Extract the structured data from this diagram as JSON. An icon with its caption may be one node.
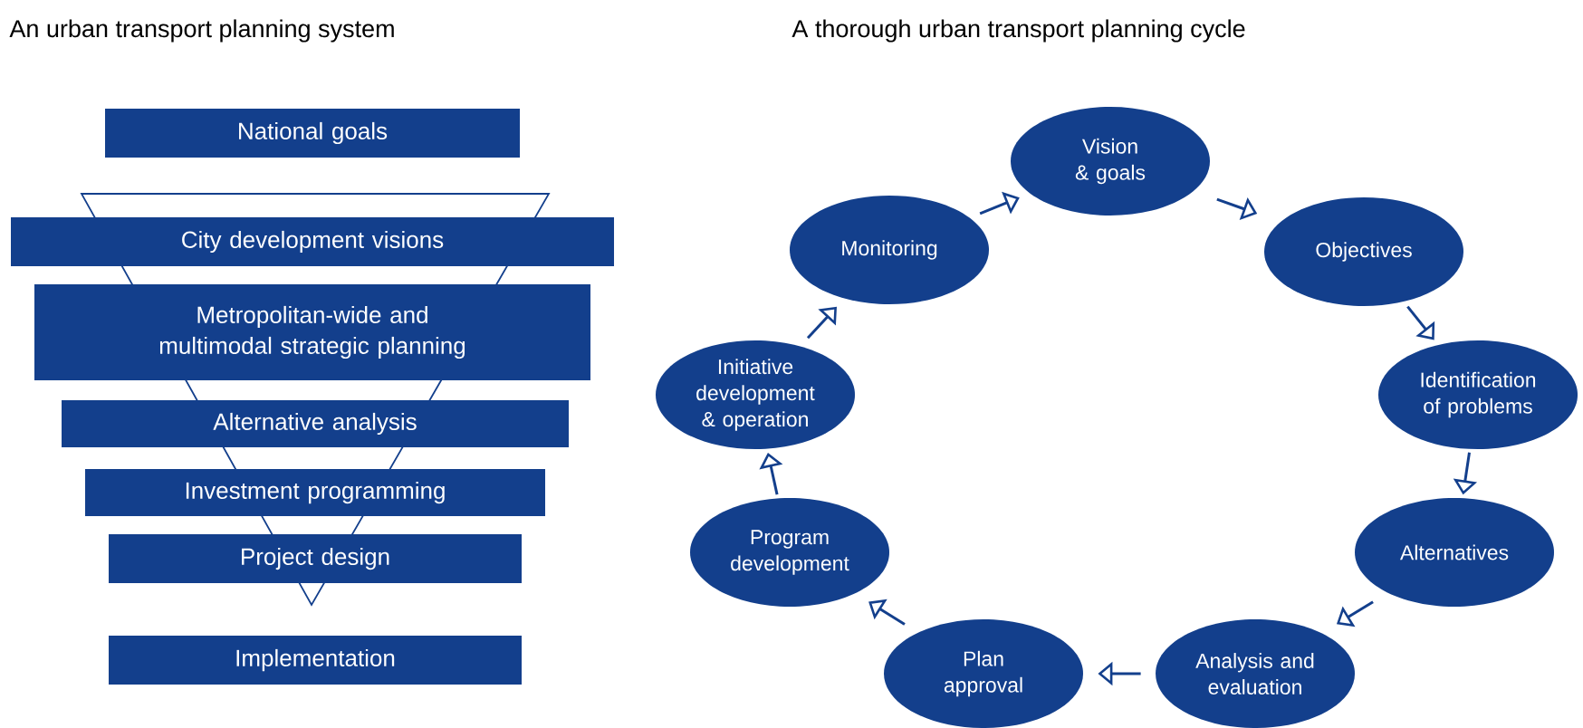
{
  "diagram": {
    "nodes": [
      {
        "text": [
          "National goals"
        ]
      },
      {
        "text": [
          "City development visions"
        ]
      },
      {
        "text": [
          "Metropolitan-wide and multimodal strategic planning"
        ]
      },
      {
        "text": [
          "Alternative analysis"
        ]
      },
      {
        "text": [
          "Investment programming"
        ]
      },
      {
        "text": [
          "Project design"
        ]
      },
      {
        "text": [
          "Implementation"
        ]
      },
      {
        "text": [
          "Vision & goals"
        ]
      },
      {
        "text": [
          "Objectives"
        ]
      },
      {
        "text": [
          "Identification of problems"
        ]
      },
      {
        "text": [
          "Alternatives"
        ]
      },
      {
        "text": [
          "Analysis and evaluation"
        ]
      },
      {
        "text": [
          "Plan approval"
        ]
      },
      {
        "text": [
          "Program development"
        ]
      },
      {
        "text": [
          "Initiative development & operation"
        ]
      },
      {
        "text": [
          "Monitoring"
        ]
      }
    ],
    "edges": [
      {
        "from": 7,
        "to": 8,
        "arrow": "to"
      },
      {
        "from": 8,
        "to": 9,
        "arrow": "to"
      },
      {
        "from": 9,
        "to": 10,
        "arrow": "to"
      },
      {
        "from": 10,
        "to": 11,
        "arrow": "to"
      },
      {
        "from": 11,
        "to": 12,
        "arrow": "to"
      },
      {
        "from": 12,
        "to": 13,
        "arrow": "to"
      },
      {
        "from": 13,
        "to": 14,
        "arrow": "to"
      },
      {
        "from": 14,
        "to": 15,
        "arrow": "to"
      },
      {
        "from": 15,
        "to": 7,
        "arrow": "to"
      }
    ],
    "labels": [
      "An urban transport planning system",
      "A thorough urban transport planning cycle"
    ]
  }
}
